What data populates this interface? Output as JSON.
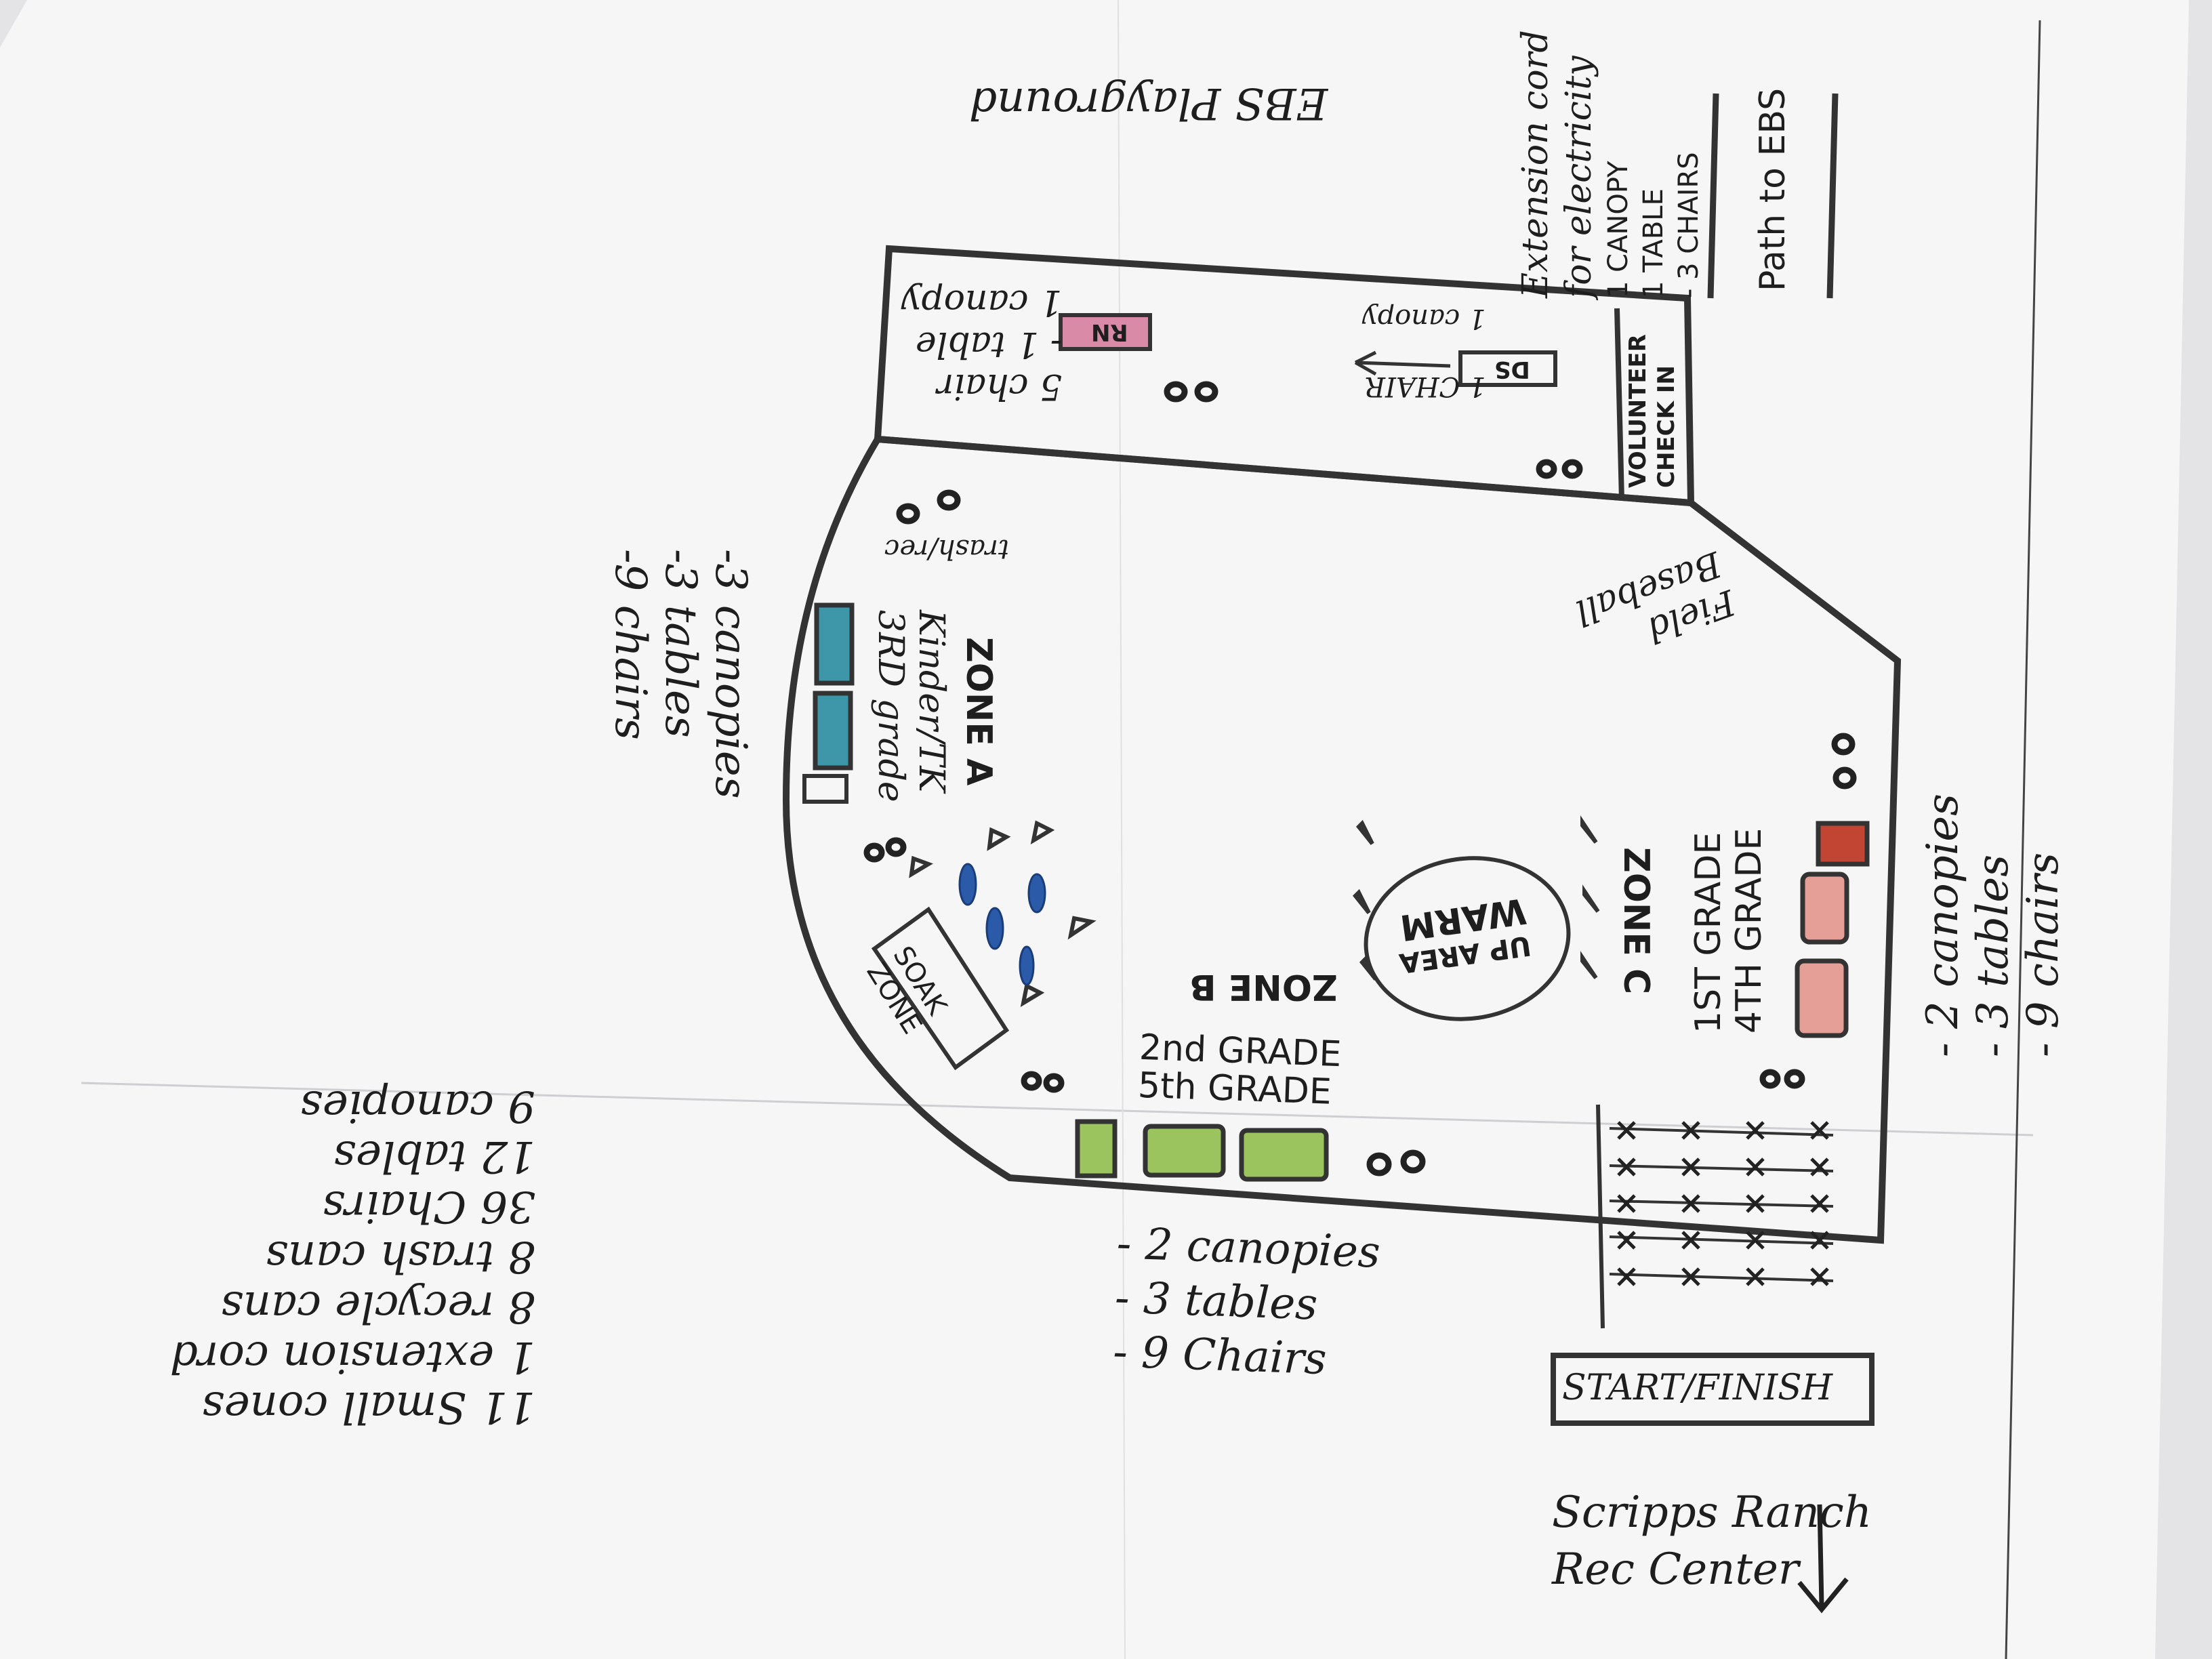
{
  "top": {
    "playground": "EBS Playground",
    "path": "Path to EBS",
    "extension_note": [
      "Extension cord",
      "for electricity",
      "1 CANOPY",
      "1 TABLE",
      "- 3 CHAIRS"
    ]
  },
  "parking_area": {
    "rn_booth": "RN",
    "rn_note": [
      "1 canopy",
      "- 1 table",
      "5 chair"
    ],
    "ds_booth": "DS",
    "ds_note": [
      "1 canopy",
      "1 CHAIR"
    ],
    "volunteer": [
      "VOLUNTEER",
      "CHECK IN"
    ]
  },
  "zones": {
    "trash_tree": "trash/rec",
    "zone_a": "ZONE A",
    "zone_a_grades": [
      "Kinder/TK",
      "3RD grade"
    ],
    "zone_a_supplies": [
      "-3 canopies",
      "-3 tables",
      "-9 chairs"
    ],
    "baseball": [
      "Baseball",
      "Field"
    ],
    "warm_up": [
      "WARM",
      "UP AREA"
    ],
    "zone_b": "ZONE B",
    "zone_c": "ZONE C",
    "zone_c_grades": [
      "1ST GRADE",
      "4TH GRADE"
    ],
    "zone_c_supplies": [
      "- 2 canopies",
      "- 3 tables",
      "- 9 chairs"
    ],
    "soak_zone": [
      "SOAK",
      "ZONE"
    ],
    "zone_b_grades": [
      "2nd GRADE",
      "5th GRADE"
    ],
    "zone_b_supplies": [
      "- 2 canopies",
      "- 3 tables",
      "- 9 Chairs"
    ]
  },
  "totals": [
    "9 canopies",
    "12 tables",
    "36 Chairs",
    "8 trash cans",
    "8 recycle cans",
    "1 extension cord",
    "11 Small cones"
  ],
  "start_finish": "START/FINISH",
  "rec_center": [
    "Scripps Ranch",
    "Rec Center"
  ],
  "arrow": "↓",
  "colors": {
    "ink": "#2b2b2b",
    "rn_fill": "#d98aa6",
    "zone_a_fill": "#3e97a8",
    "zone_b_fill": "#9cc45e",
    "zone_c_fill": "#e59f96",
    "zone_c_red": "#c24534",
    "cone_blue": "#2b5aa8"
  }
}
